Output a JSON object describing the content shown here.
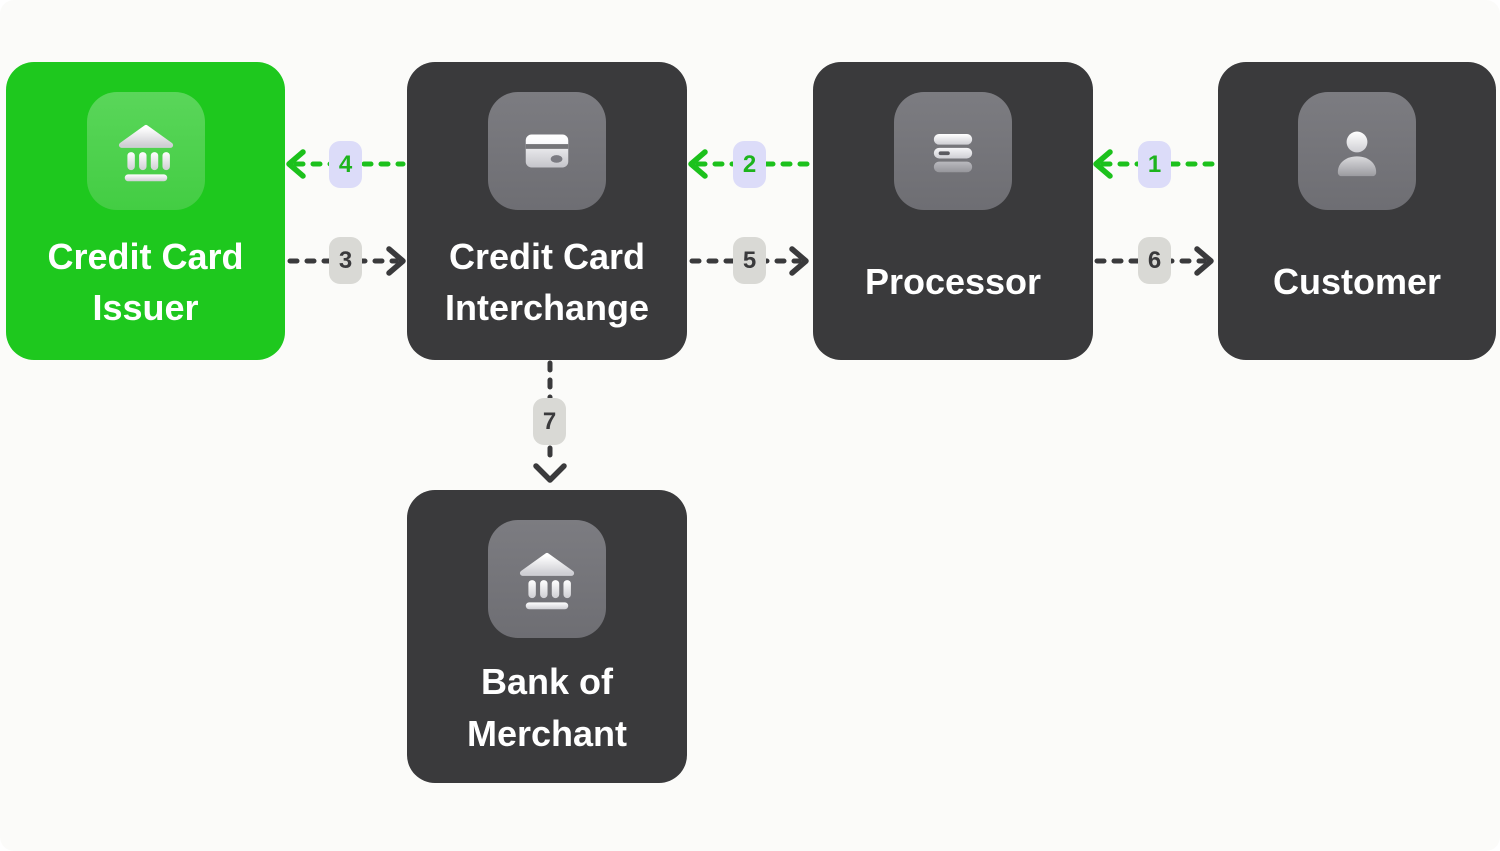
{
  "diagram": {
    "nodes": [
      {
        "id": "credit-card-issuer",
        "label": "Credit Card Issuer",
        "icon": "bank-icon",
        "variant": "green"
      },
      {
        "id": "credit-card-interchange",
        "label": "Credit Card Interchange",
        "icon": "credit-card-icon",
        "variant": "dark"
      },
      {
        "id": "processor",
        "label": "Processor",
        "icon": "server-stack-icon",
        "variant": "dark"
      },
      {
        "id": "customer",
        "label": "Customer",
        "icon": "person-icon",
        "variant": "dark"
      },
      {
        "id": "bank-of-merchant",
        "label": "Bank of Merchant",
        "icon": "bank-icon",
        "variant": "dark"
      }
    ],
    "connections": [
      {
        "number": "1",
        "from": "Customer",
        "to": "Processor",
        "direction": "left",
        "arrow_color": "green",
        "badge": "lavender"
      },
      {
        "number": "2",
        "from": "Processor",
        "to": "Credit Card Interchange",
        "direction": "left",
        "arrow_color": "green",
        "badge": "lavender"
      },
      {
        "number": "3",
        "from": "Credit Card Issuer",
        "to": "Credit Card Interchange",
        "direction": "right",
        "arrow_color": "dark",
        "badge": "gray"
      },
      {
        "number": "4",
        "from": "Credit Card Interchange",
        "to": "Credit Card Issuer",
        "direction": "left",
        "arrow_color": "green",
        "badge": "lavender"
      },
      {
        "number": "5",
        "from": "Credit Card Interchange",
        "to": "Processor",
        "direction": "right",
        "arrow_color": "dark",
        "badge": "gray"
      },
      {
        "number": "6",
        "from": "Processor",
        "to": "Customer",
        "direction": "right",
        "arrow_color": "dark",
        "badge": "gray"
      },
      {
        "number": "7",
        "from": "Credit Card Interchange",
        "to": "Bank of Merchant",
        "direction": "down",
        "arrow_color": "dark",
        "badge": "gray"
      }
    ],
    "colors": {
      "background": "#FBFBF9",
      "node_green": "#1EC81E",
      "node_dark": "#3A3A3C",
      "arrow_green": "#1CC11C",
      "arrow_dark": "#3A3A3C",
      "badge_lavender": "#DCDCF9",
      "badge_gray": "#D9D9D5",
      "badge_number_green": "#1DB41D",
      "badge_number_dark": "#3A3A3C",
      "label_text": "#FFFFFF"
    }
  }
}
